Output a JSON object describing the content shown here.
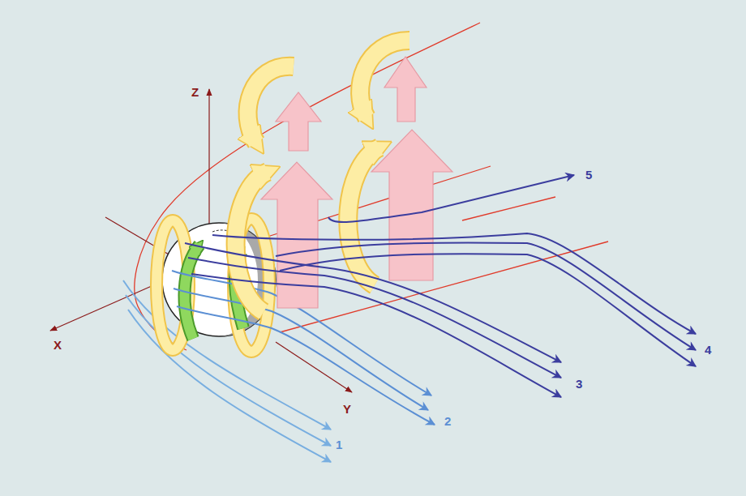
{
  "diagram": {
    "labels": [
      "Z",
      "X",
      "Y",
      "1",
      "2",
      "3",
      "4",
      "5"
    ]
  }
}
